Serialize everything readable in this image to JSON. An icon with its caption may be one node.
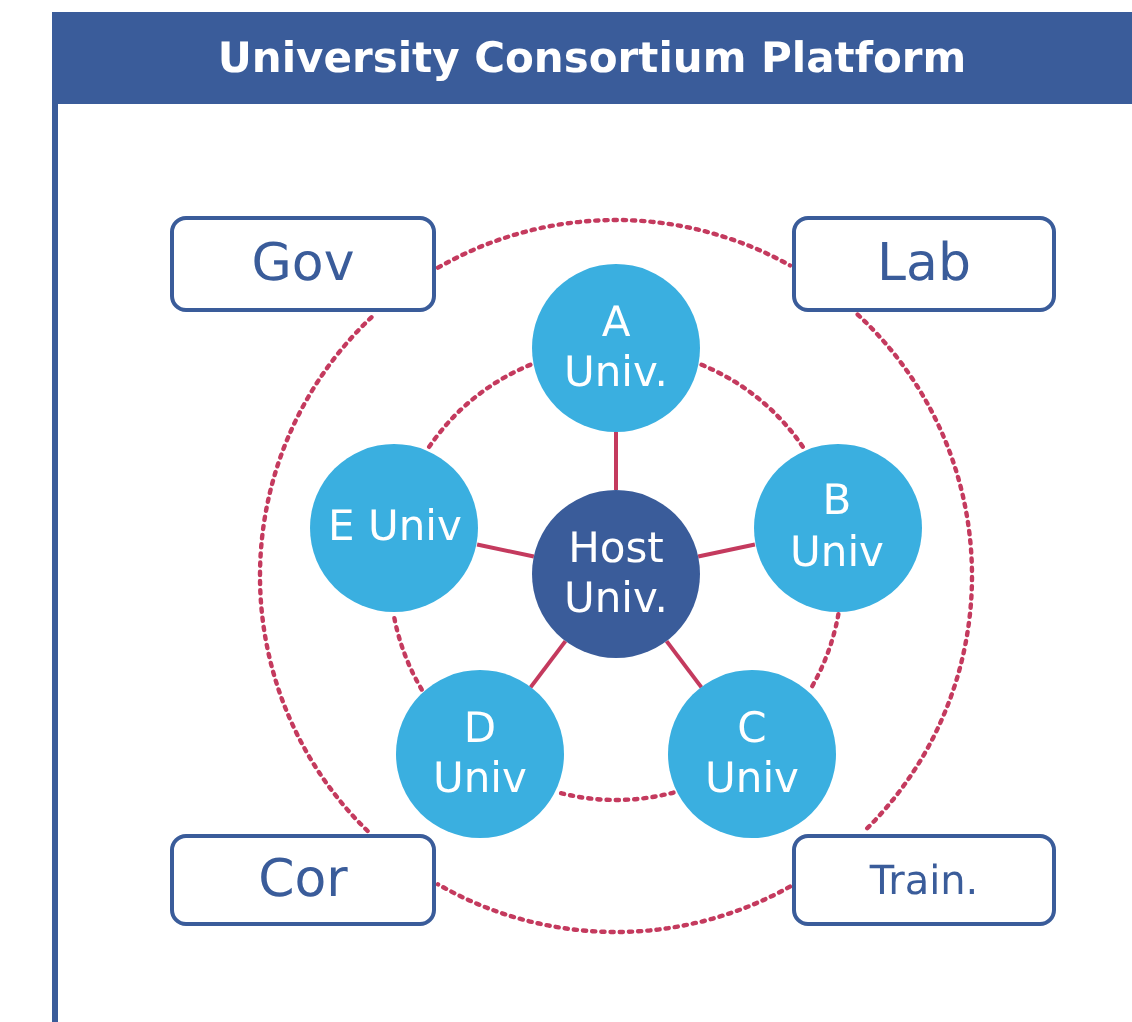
{
  "diagram": {
    "title": "University Consortium Platform",
    "nodes": [
      {
        "text": [
          "Gov"
        ]
      },
      {
        "text": [
          "Lab"
        ]
      },
      {
        "text": [
          "A Univ."
        ]
      },
      {
        "text": [
          "E Univ"
        ]
      },
      {
        "text": [
          "Host Univ."
        ]
      },
      {
        "text": [
          "B Univ"
        ]
      },
      {
        "text": [
          "D Univ"
        ]
      },
      {
        "text": [
          "C Univ"
        ]
      },
      {
        "text": [
          "Cor"
        ]
      },
      {
        "text": [
          "Train."
        ]
      }
    ],
    "edges": [
      {
        "from": 4,
        "to": 2,
        "arrow": "none"
      },
      {
        "from": 4,
        "to": 5,
        "arrow": "none"
      },
      {
        "from": 4,
        "to": 7,
        "arrow": "none"
      },
      {
        "from": 4,
        "to": 6,
        "arrow": "none"
      },
      {
        "from": 4,
        "to": 3,
        "arrow": "none"
      },
      {
        "from": 2,
        "to": 5,
        "arrow": "none",
        "style": "dashed"
      },
      {
        "from": 5,
        "to": 7,
        "arrow": "none",
        "style": "dashed"
      },
      {
        "from": 7,
        "to": 6,
        "arrow": "none",
        "style": "dashed"
      },
      {
        "from": 6,
        "to": 3,
        "arrow": "none",
        "style": "dashed"
      },
      {
        "from": 3,
        "to": 2,
        "arrow": "none",
        "style": "dashed"
      },
      {
        "from": 0,
        "to": 1,
        "arrow": "none",
        "style": "dashed"
      },
      {
        "from": 1,
        "to": 9,
        "arrow": "none",
        "style": "dashed"
      },
      {
        "from": 9,
        "to": 8,
        "arrow": "none",
        "style": "dashed"
      },
      {
        "from": 8,
        "to": 0,
        "arrow": "none",
        "style": "dashed"
      }
    ]
  }
}
